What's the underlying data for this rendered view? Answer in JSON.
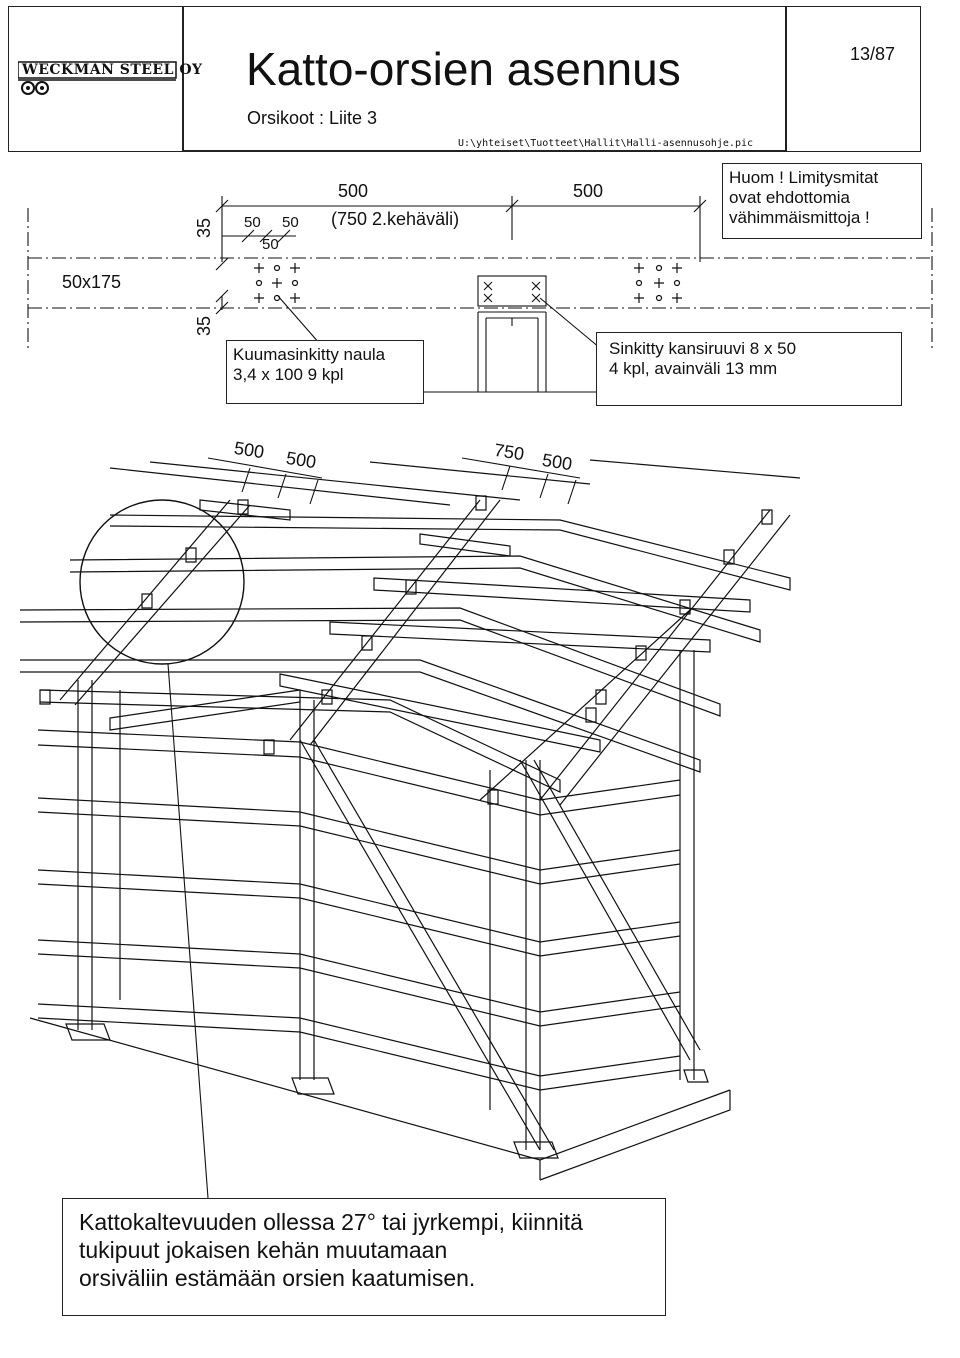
{
  "header": {
    "company": "WECKMAN STEEL OY",
    "title": "Katto-orsien asennus",
    "subtitle": "Orsikoot : Liite 3",
    "file_path": "U:\\yhteiset\\Tuotteet\\Hallit\\Halli-asennusohje.pic",
    "page_number": "13/87"
  },
  "detail": {
    "span_left": "500",
    "span_left_note": "(750 2.kehäväli)",
    "span_right": "500",
    "spacing_a": "50",
    "spacing_b": "50",
    "spacing_c": "50",
    "edge_top": "35",
    "edge_bottom": "35",
    "purlin_size": "50x175",
    "note_line1": "Huom ! Limitysmitat",
    "note_line2": "ovat ehdottomia",
    "note_line3": "vähimmäismittoja !",
    "nail_line1": "Kuumasinkitty naula",
    "nail_line2": "3,4 x 100  9 kpl",
    "screw_line1": "Sinkitty kansiruuvi 8 x 50",
    "screw_line2": "4 kpl, avainväli 13 mm"
  },
  "iso_dims": {
    "d1": "500",
    "d2": "500",
    "d3": "750",
    "d4": "500"
  },
  "bottom_note": {
    "line1": "Kattokaltevuuden ollessa 27° tai jyrkempi, kiinnitä",
    "line2": "tukipuut jokaisen kehän muutamaan",
    "line3": "orsiväliin estämään orsien kaatumisen.",
    "icon": "lightbulb-icon"
  }
}
